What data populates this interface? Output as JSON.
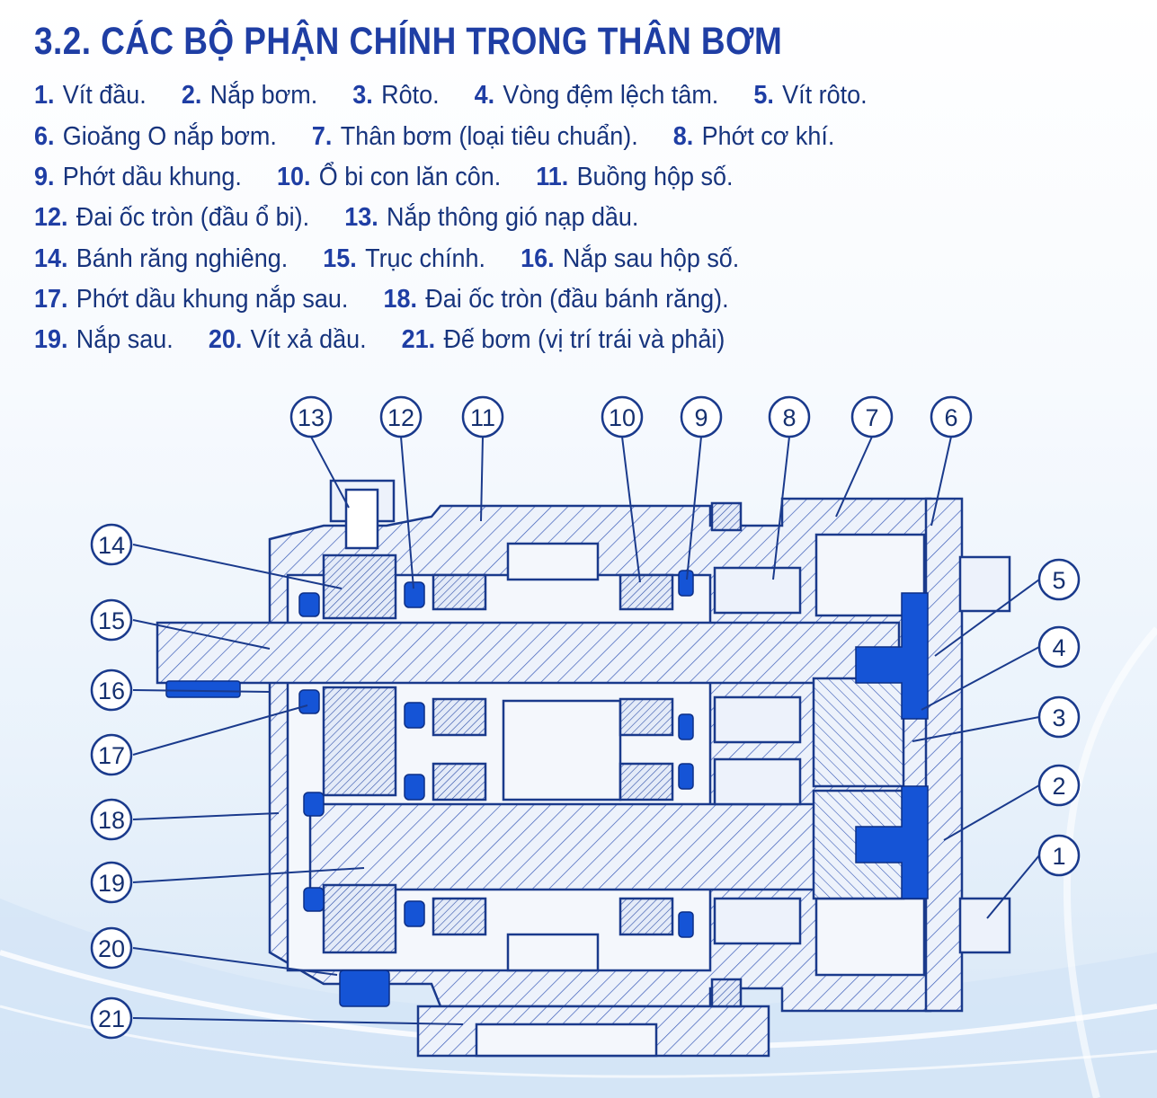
{
  "title": "3.2. CÁC BỘ PHẬN CHÍNH TRONG THÂN BƠM",
  "legend_rows": [
    [
      {
        "num": "1.",
        "text": "Vít đầu."
      },
      {
        "num": "2.",
        "text": "Nắp bơm."
      },
      {
        "num": "3.",
        "text": "Rôto."
      },
      {
        "num": "4.",
        "text": "Vòng đệm lệch tâm."
      },
      {
        "num": "5.",
        "text": "Vít rôto."
      }
    ],
    [
      {
        "num": "6.",
        "text": "Gioăng O nắp bơm."
      },
      {
        "num": "7.",
        "text": "Thân bơm (loại tiêu chuẩn)."
      },
      {
        "num": "8.",
        "text": "Phớt cơ khí."
      }
    ],
    [
      {
        "num": "9.",
        "text": "Phớt dầu khung."
      },
      {
        "num": "10.",
        "text": "Ổ bi con lăn côn."
      },
      {
        "num": "11.",
        "text": "Buồng hộp số."
      }
    ],
    [
      {
        "num": "12.",
        "text": "Đai ốc tròn (đầu ổ bi)."
      },
      {
        "num": "13.",
        "text": "Nắp thông gió nạp dầu."
      }
    ],
    [
      {
        "num": "14.",
        "text": "Bánh răng nghiêng."
      },
      {
        "num": "15.",
        "text": "Trục chính."
      },
      {
        "num": "16.",
        "text": "Nắp sau hộp số."
      }
    ],
    [
      {
        "num": "17.",
        "text": "Phớt dầu khung nắp sau."
      },
      {
        "num": "18.",
        "text": "Đai ốc tròn (đầu bánh răng)."
      }
    ],
    [
      {
        "num": "19.",
        "text": "Nắp sau."
      },
      {
        "num": "20.",
        "text": "Vít xả dầu."
      },
      {
        "num": "21.",
        "text": "Đế bơm (vị trí trái và phải)"
      }
    ]
  ],
  "callouts": [
    {
      "label": "13"
    },
    {
      "label": "12"
    },
    {
      "label": "11"
    },
    {
      "label": "10"
    },
    {
      "label": "9"
    },
    {
      "label": "8"
    },
    {
      "label": "7"
    },
    {
      "label": "6"
    },
    {
      "label": "14"
    },
    {
      "label": "15"
    },
    {
      "label": "16"
    },
    {
      "label": "17"
    },
    {
      "label": "18"
    },
    {
      "label": "19"
    },
    {
      "label": "20"
    },
    {
      "label": "21"
    },
    {
      "label": "5"
    },
    {
      "label": "4"
    },
    {
      "label": "3"
    },
    {
      "label": "2"
    },
    {
      "label": "1"
    }
  ],
  "colors": {
    "title": "#1f3ea4",
    "text": "#17347d",
    "line": "#1a3a8c",
    "hatch": "#3b5cb8",
    "part_fill": "#edf2fb",
    "accent_blue": "#1554d6"
  }
}
